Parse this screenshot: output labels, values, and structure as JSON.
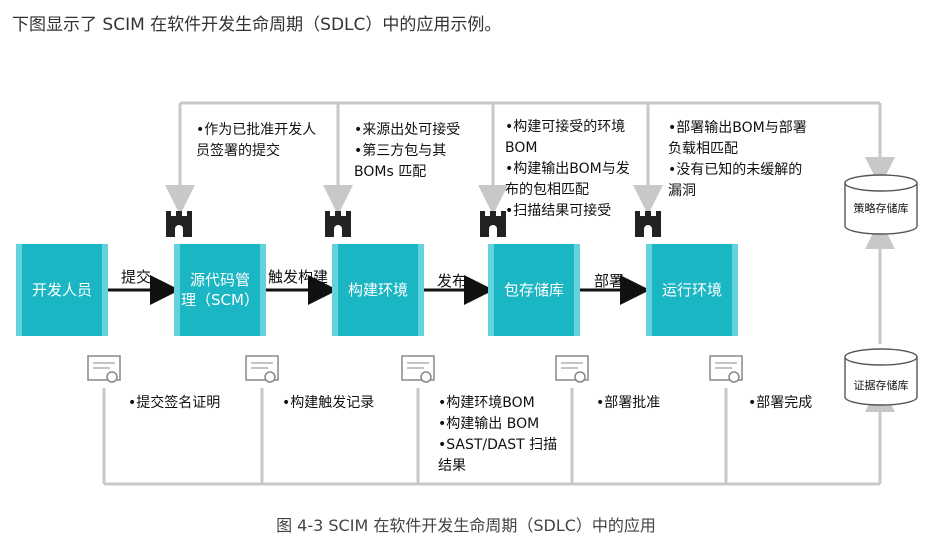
{
  "intro_text": "下图显示了 SCIM 在软件开发生命周期（SDLC）中的应用示例。",
  "caption": "图 4-3 SCIM 在软件开发生命周期（SDLC）中的应用",
  "stages": [
    {
      "lines": [
        "开发人员"
      ]
    },
    {
      "lines": [
        "源代码管",
        "理（SCM）"
      ]
    },
    {
      "lines": [
        "构建环境"
      ]
    },
    {
      "lines": [
        "包存储库"
      ]
    },
    {
      "lines": [
        "运行环境"
      ]
    }
  ],
  "edges": [
    "提交",
    "触发构建",
    "发布",
    "部署"
  ],
  "policy_notes": [
    [
      "•作为已批准开发人",
      "员签署的提交"
    ],
    [
      "•来源出处可接受",
      "•第三方包与其",
      "BOMs 匹配"
    ],
    [
      "•构建可接受的环境",
      "BOM",
      "•构建输出BOM与发",
      "布的包相匹配",
      "•扫描结果可接受"
    ],
    [
      "•部署输出BOM与部署",
      "负载相匹配",
      "•没有已知的未缓解的",
      "漏洞"
    ]
  ],
  "evidence_notes": [
    [
      "•提交签名证明"
    ],
    [
      "•构建触发记录"
    ],
    [
      "•构建环境BOM",
      "•构建输出 BOM",
      "•SAST/DAST 扫描",
      "结果"
    ],
    [
      "•部署批准"
    ],
    [
      "•部署完成"
    ]
  ],
  "stores": {
    "policy": "策略存储库",
    "evidence": "证据存储库"
  },
  "icons": {
    "gate": "castle-tower-icon",
    "certificate": "certificate-icon",
    "database": "database-cylinder-icon"
  },
  "colors": {
    "stage_fill": "#1bb6c4",
    "stage_edge": "#62d2dc",
    "connector": "#c8c8c8"
  }
}
